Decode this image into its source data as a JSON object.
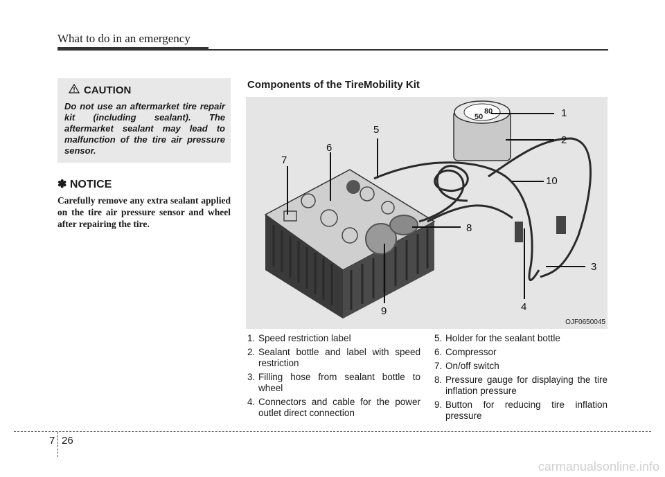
{
  "header": {
    "title": "What to do in an emergency"
  },
  "caution": {
    "title": "CAUTION",
    "text": "Do not use an aftermarket tire repair kit (including sealant). The aftermarket sealant may lead to malfunction of the tire air pressure sensor."
  },
  "notice": {
    "title": "✽ NOTICE",
    "text": "Carefully remove any extra sealant applied on the tire air pressure sensor and wheel after repairing the tire."
  },
  "section": {
    "title": "Components of the TireMobility Kit"
  },
  "figure": {
    "code": "OJF0650045",
    "callouts": [
      "1",
      "2",
      "3",
      "4",
      "5",
      "6",
      "7",
      "8",
      "9",
      "10"
    ],
    "gauge_text": [
      "80",
      "50"
    ]
  },
  "legend": {
    "left": [
      {
        "num": "1.",
        "text": "Speed restriction label"
      },
      {
        "num": "2.",
        "text": "Sealant bottle and label with speed restriction"
      },
      {
        "num": "3.",
        "text": "Filling hose from sealant bottle to wheel"
      },
      {
        "num": "4.",
        "text": "Connectors and cable for the power outlet direct connection"
      }
    ],
    "right": [
      {
        "num": "5.",
        "text": "Holder for the sealant bottle"
      },
      {
        "num": "6.",
        "text": "Compressor"
      },
      {
        "num": "7.",
        "text": "On/off switch"
      },
      {
        "num": "8.",
        "text": "Pressure gauge for displaying the tire inflation pressure"
      },
      {
        "num": "9.",
        "text": "Button for reducing tire inflation pressure"
      }
    ]
  },
  "footer": {
    "chapter": "7",
    "page": "26",
    "watermark": "carmanualsonline.info"
  }
}
